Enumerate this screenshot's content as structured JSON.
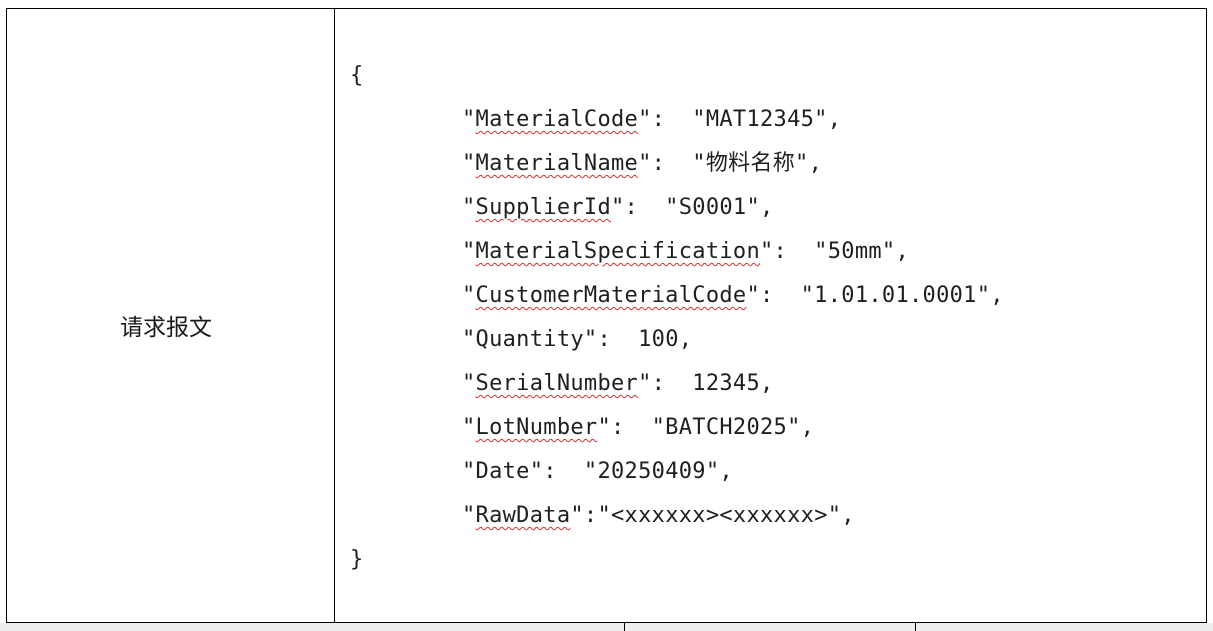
{
  "table": {
    "label": "请求报文",
    "open_brace": "{",
    "close_brace": "}",
    "fields": [
      {
        "key": "MaterialCode",
        "value": " \"MAT12345\",",
        "sep": ": "
      },
      {
        "key": "MaterialName",
        "value": " \"物料名称\",",
        "sep": ": "
      },
      {
        "key": "SupplierId",
        "value": " \"S0001\",",
        "sep": ": "
      },
      {
        "key": "MaterialSpecification",
        "value": " \"50mm\",",
        "sep": ": "
      },
      {
        "key": "CustomerMaterialCode",
        "value": " \"1.01.01.0001\",",
        "sep": ": "
      },
      {
        "key": "Quantity",
        "value": " 100,",
        "sep": ": ",
        "nowavy": true
      },
      {
        "key": "SerialNumber",
        "value": " 12345,",
        "sep": ": "
      },
      {
        "key": "LotNumber",
        "value": " \"BATCH2025\",",
        "sep": ": "
      },
      {
        "key": "Date",
        "value": " \"20250409\",",
        "sep": ": ",
        "nowavy": true
      },
      {
        "key": "RawData",
        "value": "\"<xxxxxx><xxxxxx>\",",
        "sep": ":"
      }
    ]
  }
}
